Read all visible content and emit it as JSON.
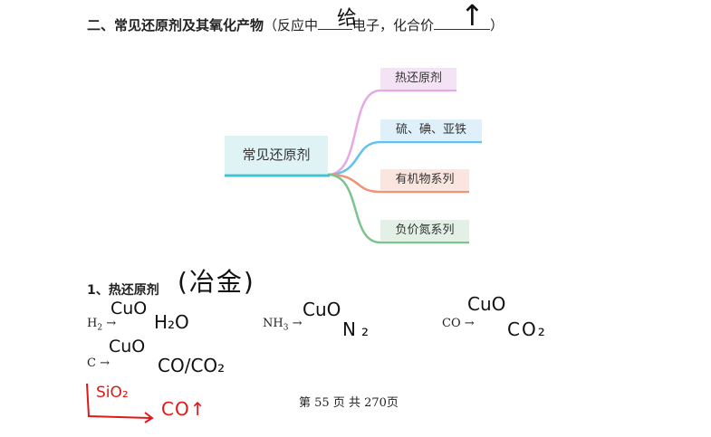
{
  "section": {
    "title_bold": "二、常见还原剂及其氧化产物",
    "title_paren_prefix": "（反应中",
    "mid_text": "电子，化合价",
    "paren_close": "）",
    "hand_fill_1": "给",
    "hand_fill_2": "↑"
  },
  "mindmap": {
    "root": "常见还原剂",
    "branches": [
      {
        "label": "热还原剂",
        "bg": "#f4e3f4",
        "line": "#e6a8e6"
      },
      {
        "label": "硫、碘、亚铁",
        "bg": "#dff0fa",
        "line": "#5ec3ee"
      },
      {
        "label": "有机物系列",
        "bg": "#fae6df",
        "line": "#f0937a"
      },
      {
        "label": "负价氮系列",
        "bg": "#e3f0e6",
        "line": "#7cc38e"
      }
    ],
    "root_bg": "#dff2f4",
    "root_line": "#3fc3d3"
  },
  "subsection": {
    "title": "1、热还原剂",
    "hand_note": "(冶金)"
  },
  "reactions": [
    {
      "reactant": "H",
      "sub": "2",
      "arrow": "→",
      "over": "CuO",
      "product": "H₂O"
    },
    {
      "reactant": "NH",
      "sub": "3",
      "arrow": "→",
      "over": "CuO",
      "product": "N₂"
    },
    {
      "reactant": "CO",
      "sub": "",
      "arrow": "→",
      "over": "CuO",
      "product": "CO₂"
    },
    {
      "reactant": "C",
      "sub": "",
      "arrow": "→",
      "over": "CuO",
      "product": "CO/CO₂"
    }
  ],
  "red_note": {
    "over": "SiO₂",
    "product": "CO↑",
    "color": "#e01818"
  },
  "footer": "第 55 页 共 270页"
}
